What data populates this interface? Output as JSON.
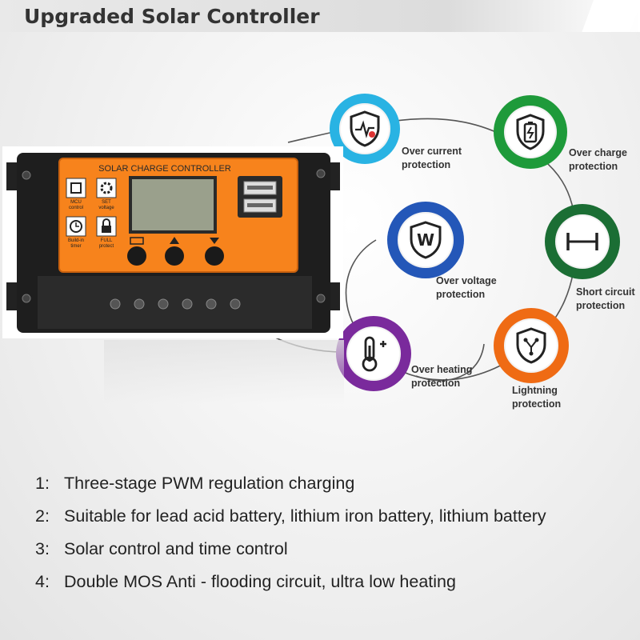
{
  "header": {
    "title": "Upgraded Solar Controller"
  },
  "controller": {
    "brand_text": "SOLAR CHARGE CONTROLLER",
    "icons": [
      {
        "name": "mcu-icon",
        "label_line1": "MCU",
        "label_line2": "control"
      },
      {
        "name": "gear-icon",
        "label_line1": "SET",
        "label_line2": "voltage"
      },
      {
        "name": "clock-icon",
        "label_line1": "Build-in",
        "label_line2": "timer"
      },
      {
        "name": "lock-icon",
        "label_line1": "FULL",
        "label_line2": "protect"
      }
    ],
    "colors": {
      "body": "#f7831c",
      "frame": "#1e1e1e",
      "lcd": "#9aa08c"
    }
  },
  "protections": [
    {
      "line1": "Over current",
      "line2": "protection",
      "icon": "shield-heartbeat-icon",
      "color": "#29b3e3"
    },
    {
      "line1": "Over charge",
      "line2": "protection",
      "icon": "shield-battery-icon",
      "color": "#1e9a3a"
    },
    {
      "line1": "Over voltage",
      "line2": "protection",
      "icon": "shield-w-icon",
      "color": "#2457b8"
    },
    {
      "line1": "Short circuit",
      "line2": "protection",
      "icon": "short-circuit-icon",
      "color": "#1b6e34"
    },
    {
      "line1": "Over heating",
      "line2": "protection",
      "icon": "thermometer-plus-icon",
      "color": "#7a2a9c"
    },
    {
      "line1": "Lightning",
      "line2": "protection",
      "icon": "shield-lightning-icon",
      "color": "#ef6b14"
    }
  ],
  "features": [
    {
      "num": "1:",
      "text": "Three-stage PWM regulation charging"
    },
    {
      "num": "2:",
      "text": "Suitable for lead acid battery, lithium iron battery, lithium battery"
    },
    {
      "num": "3:",
      "text": "Solar control and time control"
    },
    {
      "num": "4:",
      "text": "Double MOS Anti - flooding circuit, ultra low heating"
    }
  ]
}
